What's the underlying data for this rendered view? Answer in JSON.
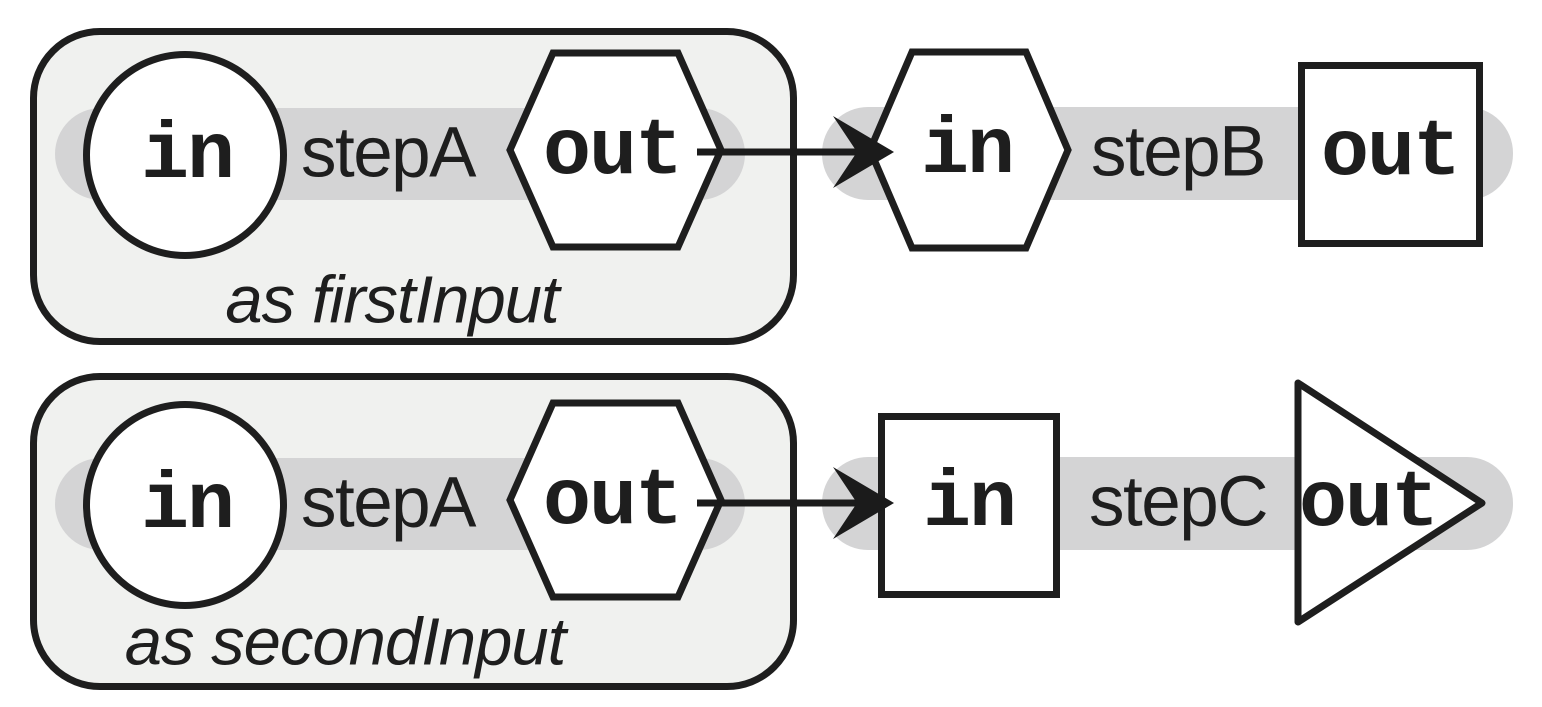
{
  "diagram": {
    "type": "workflow-port-binding-diagram",
    "colors": {
      "background": "#ffffff",
      "group_fill": "#f0f1ef",
      "track": "#d4d4d5",
      "stroke": "#1e1e1e",
      "shape_fill": "#ffffff"
    },
    "rows": [
      {
        "group_label": "as firstInput",
        "source": {
          "name": "stepA",
          "in_label": "in",
          "in_shape": "circle",
          "out_label": "out",
          "out_shape": "hexagon"
        },
        "connector": "arrow-right",
        "target": {
          "name": "stepB",
          "in_label": "in",
          "in_shape": "hexagon",
          "out_label": "out",
          "out_shape": "square"
        }
      },
      {
        "group_label": "as secondInput",
        "source": {
          "name": "stepA",
          "in_label": "in",
          "in_shape": "circle",
          "out_label": "out",
          "out_shape": "hexagon"
        },
        "connector": "arrow-right",
        "target": {
          "name": "stepC",
          "in_label": "in",
          "in_shape": "square",
          "out_label": "out",
          "out_shape": "triangle"
        }
      }
    ]
  }
}
